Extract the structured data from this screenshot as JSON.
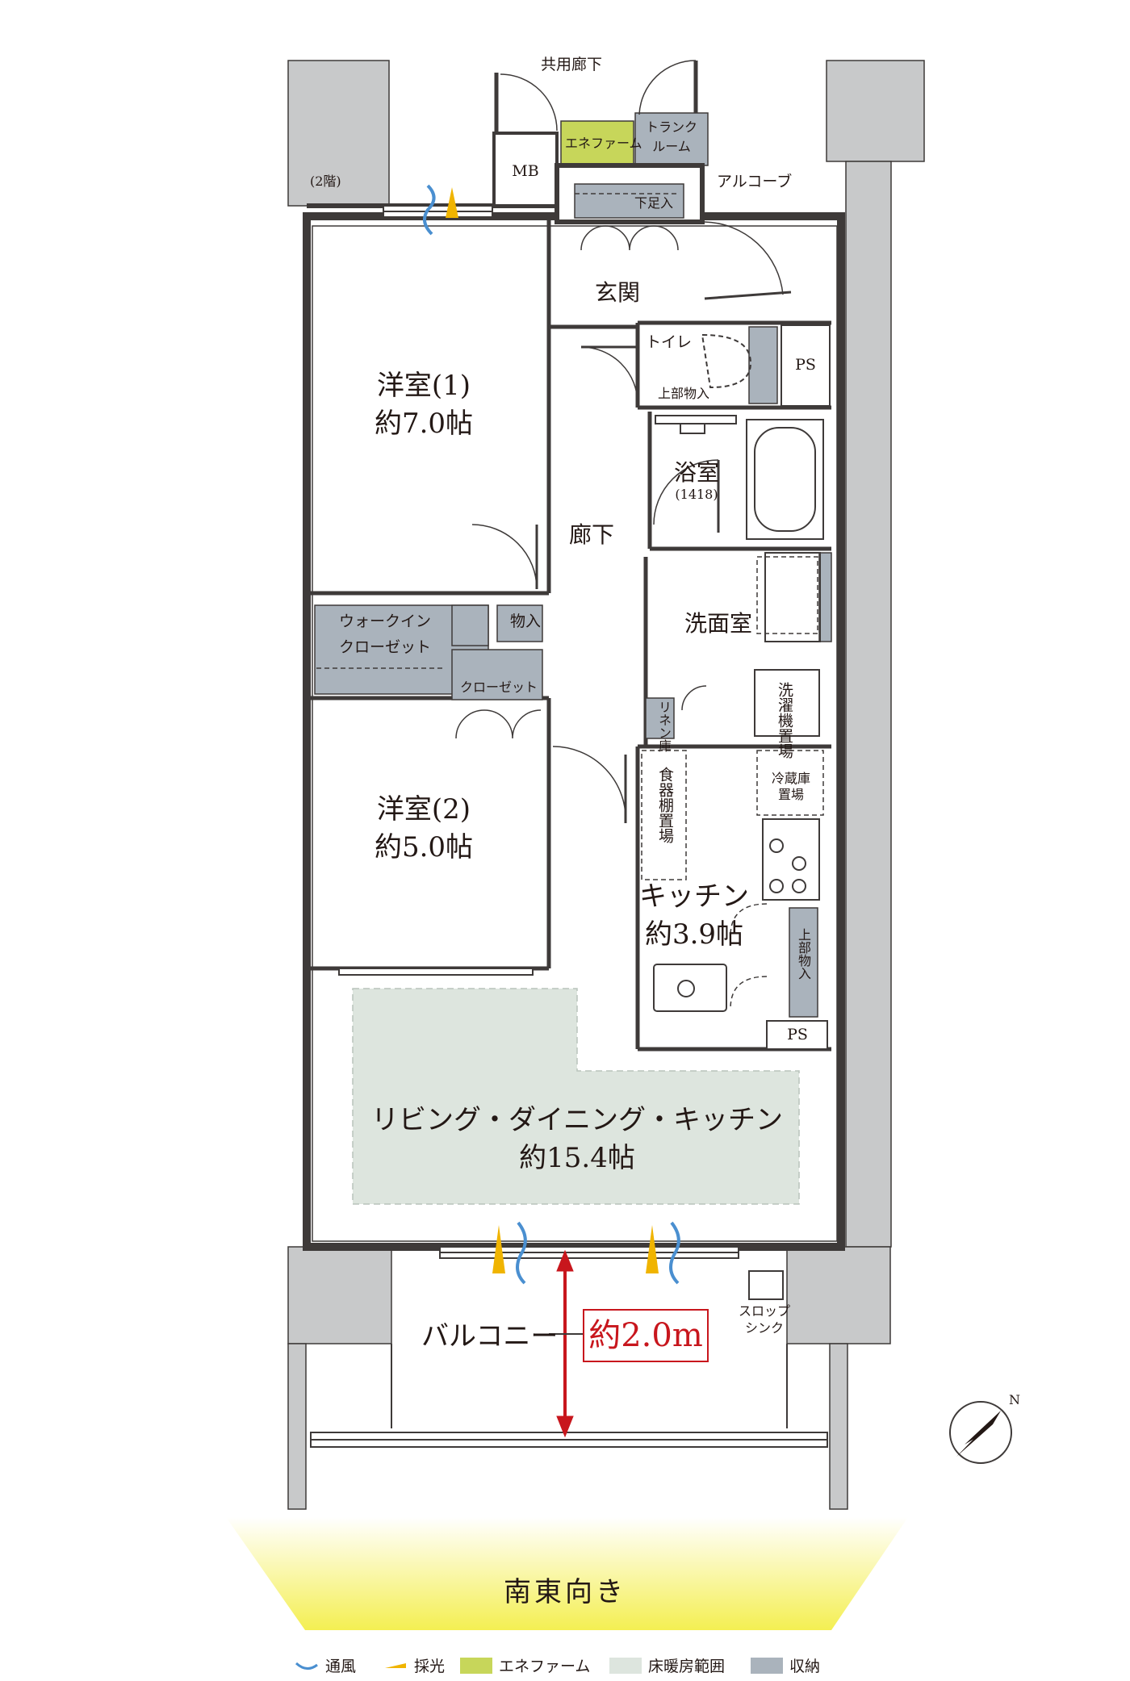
{
  "rooms": {
    "corridor_common": "共用廊下",
    "energy_unit": "エネファーム",
    "trunk_room_1": "トランク",
    "trunk_room_2": "ルーム",
    "mb": "MB",
    "alcove": "アルコーブ",
    "floor_note": "(2階)",
    "shoe_storage": "下足入",
    "entrance": "玄関",
    "toilet": "トイレ",
    "upper_storage_toilet": "上部物入",
    "ps_top": "PS",
    "western_room_1": "洋室(1)",
    "western_room_1_size": "約7.0帖",
    "bath": "浴室",
    "bath_size": "(1418)",
    "hallway": "廊下",
    "walk_in_closet_1": "ウォークイン",
    "walk_in_closet_2": "クローゼット",
    "storage": "物入",
    "closet": "クローゼット",
    "washroom": "洗面室",
    "washer": "洗濯機置場",
    "linen": "リネン庫",
    "western_room_2": "洋室(2)",
    "western_room_2_size": "約5.0帖",
    "fridge": "冷蔵庫置場",
    "dish_shelf": "食器棚置場",
    "kitchen": "キッチン",
    "kitchen_size": "約3.9帖",
    "upper_storage_kitchen": "上部物入",
    "ps_bottom": "PS",
    "ldk": "リビング・ダイニング・キッチン",
    "ldk_size": "約15.4帖",
    "balcony": "バルコニー",
    "slop_sink_1": "スロップ",
    "slop_sink_2": "シンク",
    "balcony_depth": "約2.0m"
  },
  "compass": {
    "north_label": "N"
  },
  "orientation": "南東向き",
  "legend": [
    {
      "label": "通風",
      "color": "#4a8fd0"
    },
    {
      "label": "採光",
      "color": "#f0b400"
    },
    {
      "label": "エネファーム",
      "color": "#c7d65a"
    },
    {
      "label": "床暖房範囲",
      "color": "#dde5de"
    },
    {
      "label": "収納",
      "color": "#aab3bc"
    }
  ],
  "colors": {
    "wall": "#c8c9ca",
    "wall_line": "#3e3a39",
    "storage": "#aab3bc",
    "floor_heating": "#dde5de",
    "energy": "#c7d65a",
    "accent_red": "#c8161d",
    "sun": "#f0b400",
    "wind": "#4a8fd0"
  }
}
